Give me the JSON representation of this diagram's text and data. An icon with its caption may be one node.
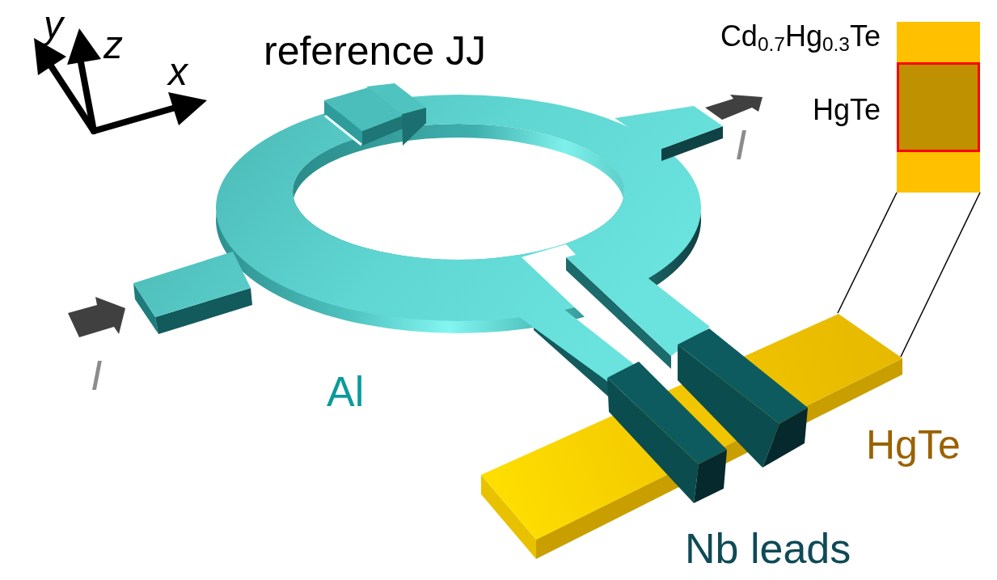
{
  "diagram": {
    "nodes": [
      {
        "text": [],
        "shape": "bar",
        "beside": [
          "Cd$_{0.7}$Hg$_{0.3}$Te"
        ]
      },
      {
        "text": [],
        "shape": "box",
        "beside": [
          "HgTe"
        ],
        "in": 0
      },
      {
        "text": [],
        "shape": "bar"
      }
    ],
    "edges": [
      {
        "from": 0,
        "to": 2,
        "arrow": "none"
      },
      {
        "from": 0,
        "to": 2,
        "arrow": "none"
      }
    ],
    "labels": [
      "y",
      "z",
      "x",
      "reference JJ",
      "I",
      "I",
      "Al",
      "HgTe",
      "Nb leads"
    ]
  }
}
